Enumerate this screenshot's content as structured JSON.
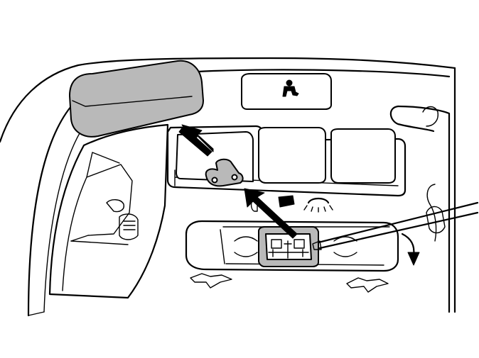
{
  "diagram": {
    "background": "#ffffff",
    "line_color": "#000000",
    "part_fill": "#b9b9b9",
    "arrow_color": "#000000",
    "parts": [
      "removed-lens-cover",
      "release-clip",
      "connector",
      "screwdriver"
    ],
    "icons": [
      "person-sitting-icon",
      "door-switch-icon",
      "lamp-icon"
    ]
  }
}
